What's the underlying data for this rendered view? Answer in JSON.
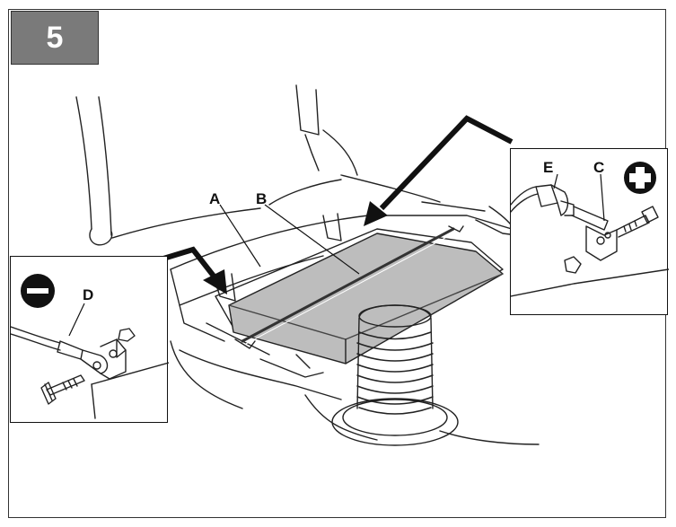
{
  "step": {
    "number": "5"
  },
  "labels": {
    "a": "A",
    "b": "B",
    "c": "C",
    "d": "D",
    "e": "E"
  },
  "terminals": {
    "negative_symbol": "minus-circle-icon",
    "positive_symbol": "plus-circle-icon"
  },
  "colors": {
    "line": "#111111",
    "step_badge": "#7a7a7a",
    "panel": "#ffffff"
  }
}
